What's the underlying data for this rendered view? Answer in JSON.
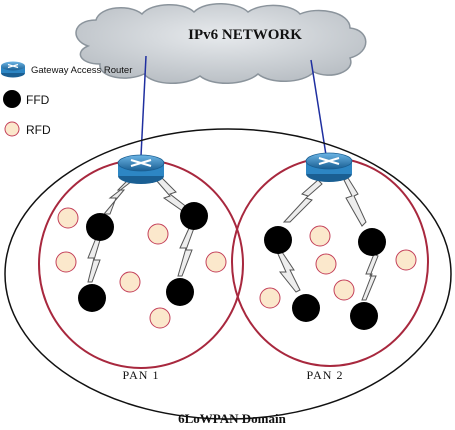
{
  "cloud": {
    "label": "IPv6 NETWORK"
  },
  "legend": {
    "router_label": "Gateway Access Router",
    "ffd_label": "FFD",
    "rfd_label": "RFD",
    "router_icon": "router-icon",
    "ffd_icon": "ffd-node-icon",
    "rfd_icon": "rfd-node-icon"
  },
  "pans": [
    {
      "label": "PAN 1"
    },
    {
      "label": "PAN 2"
    }
  ],
  "domain": {
    "label": "6LoWPAN Domain"
  },
  "colors": {
    "cloud_fill": "#c9ced3",
    "cloud_stroke": "#8b949c",
    "pan_stroke": "#a8283e",
    "domain_stroke": "#111111",
    "uplink": "#1f2fa0",
    "ffd_fill": "#000000",
    "rfd_fill": "#fbe8cc",
    "rfd_stroke": "#c4405a",
    "router_fill": "#2d86c4",
    "link_fill": "#ededed",
    "link_stroke": "#555555"
  }
}
